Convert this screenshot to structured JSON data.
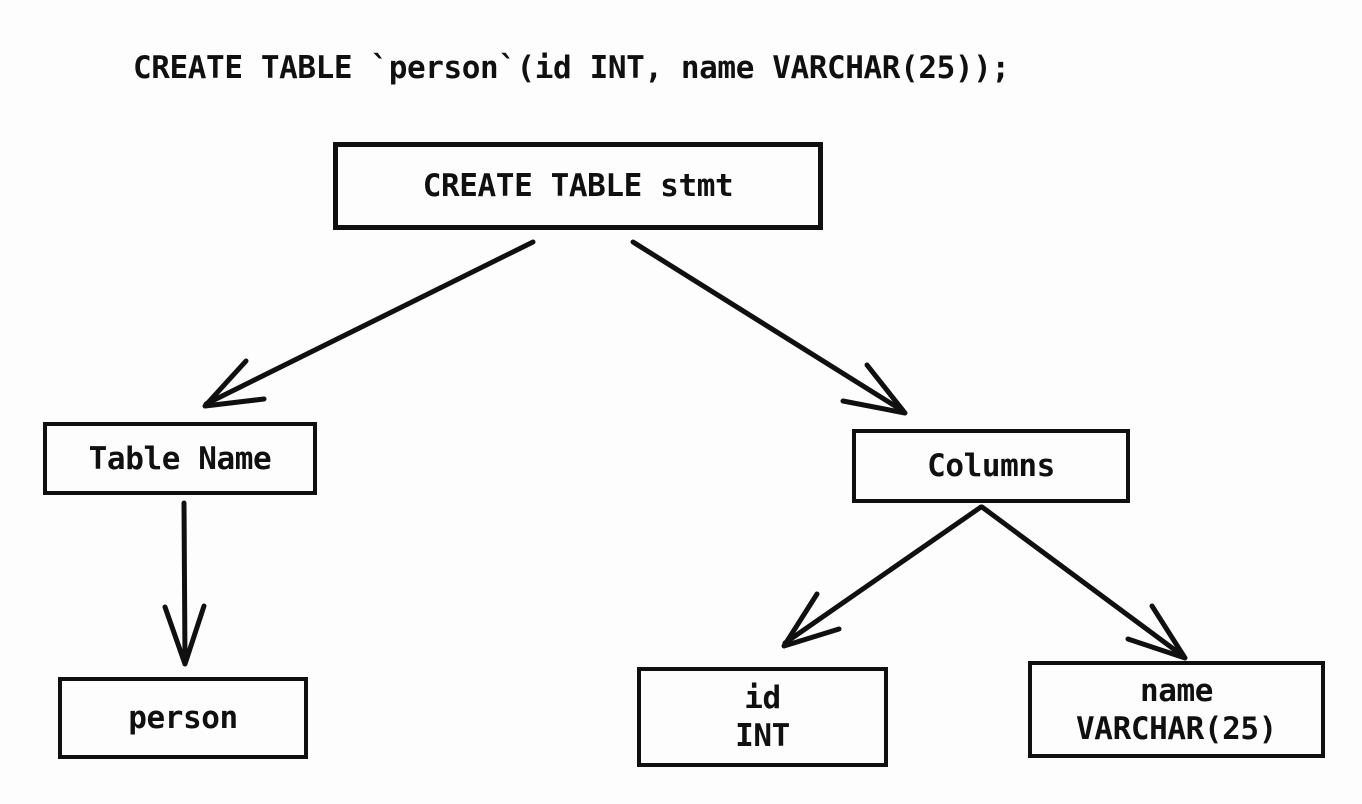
{
  "statement": "CREATE TABLE `person`(id INT, name VARCHAR(25));",
  "colors": {
    "ink": "#101010",
    "background": "#fdfdfd"
  },
  "diagram": {
    "type": "parse-tree",
    "nodes": {
      "root": {
        "lines": [
          "CREATE TABLE stmt"
        ]
      },
      "table_name": {
        "lines": [
          "Table Name"
        ]
      },
      "columns": {
        "lines": [
          "Columns"
        ]
      },
      "person": {
        "lines": [
          "person"
        ]
      },
      "col_id": {
        "lines": [
          "id",
          "INT"
        ]
      },
      "col_name": {
        "lines": [
          "name",
          "VARCHAR(25)"
        ]
      }
    },
    "edges": [
      {
        "from": "root",
        "to": "table_name"
      },
      {
        "from": "root",
        "to": "columns"
      },
      {
        "from": "table_name",
        "to": "person"
      },
      {
        "from": "columns",
        "to": "col_id"
      },
      {
        "from": "columns",
        "to": "col_name"
      }
    ]
  }
}
